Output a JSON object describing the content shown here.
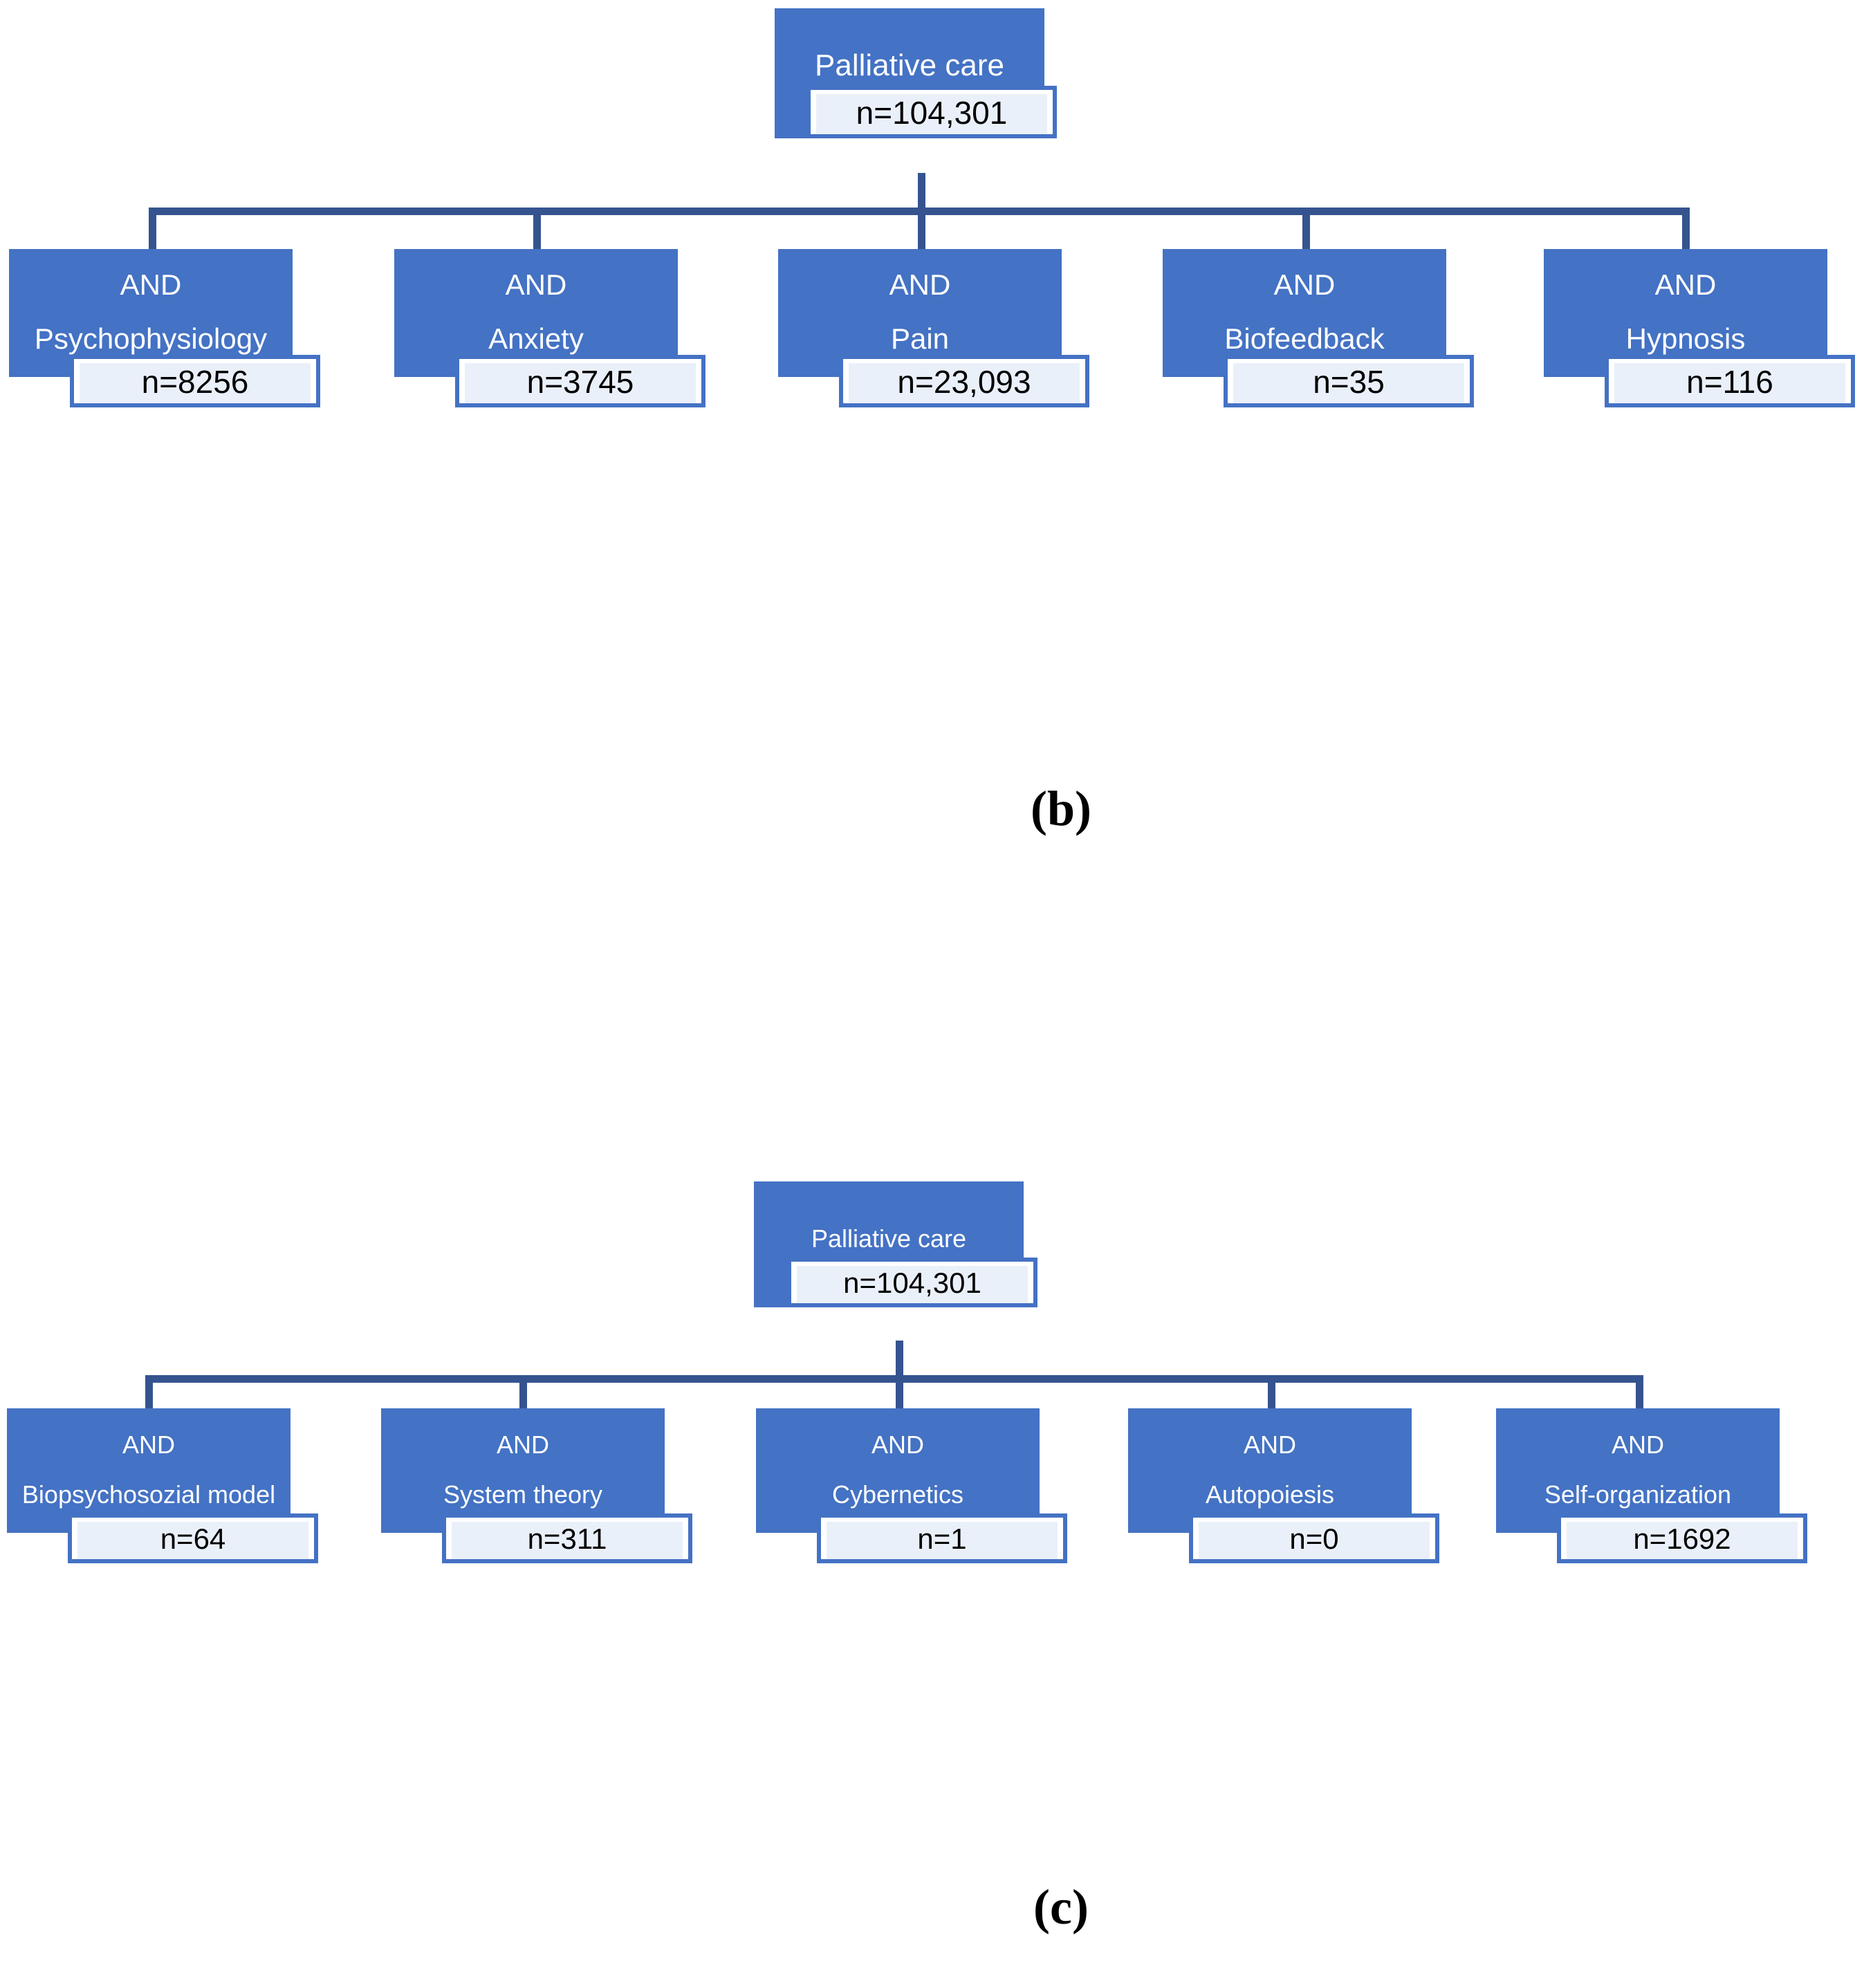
{
  "colors": {
    "node_fill": "#4472c4",
    "node_text": "#ffffff",
    "connector": "#35548f",
    "badge_border": "#4472c4",
    "badge_inner": "#eaf0fa",
    "badge_text": "#000000",
    "background": "#ffffff"
  },
  "panel_b": {
    "label": "(b)",
    "root": {
      "title": "Palliative care",
      "count": "n=104,301"
    },
    "children": [
      {
        "operator": "AND",
        "term": "Psychophysiology",
        "count": "n=8256"
      },
      {
        "operator": "AND",
        "term": "Anxiety",
        "count": "n=3745"
      },
      {
        "operator": "AND",
        "term": "Pain",
        "count": "n=23,093"
      },
      {
        "operator": "AND",
        "term": "Biofeedback",
        "count": "n=35"
      },
      {
        "operator": "AND",
        "term": "Hypnosis",
        "count": "n=116"
      }
    ]
  },
  "panel_c": {
    "label": "(c)",
    "root": {
      "title": "Palliative care",
      "count": "n=104,301"
    },
    "children": [
      {
        "operator": "AND",
        "term": "Biopsychosozial model",
        "count": "n=64"
      },
      {
        "operator": "AND",
        "term": "System theory",
        "count": "n=311"
      },
      {
        "operator": "AND",
        "term": "Cybernetics",
        "count": "n=1"
      },
      {
        "operator": "AND",
        "term": "Autopoiesis",
        "count": "n=0"
      },
      {
        "operator": "AND",
        "term": "Self-organization",
        "count": "n=1692"
      }
    ]
  }
}
